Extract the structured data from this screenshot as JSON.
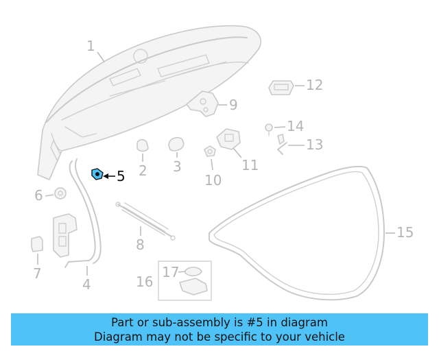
{
  "callouts": {
    "c1": "1",
    "c2": "2",
    "c3": "3",
    "c4": "4",
    "c5": "5",
    "c6": "6",
    "c7": "7",
    "c8": "8",
    "c9": "9",
    "c10": "10",
    "c11": "11",
    "c12": "12",
    "c13": "13",
    "c14": "14",
    "c15": "15",
    "c16": "16",
    "c17": "17"
  },
  "highlight": {
    "part": "5",
    "color": "#111111",
    "part_color": "#4fc3f7"
  },
  "banner": {
    "line1": "Part or sub-assembly is #5 in diagram",
    "line2": "Diagram may not be specific to your vehicle",
    "background": "#4fc3f7"
  }
}
